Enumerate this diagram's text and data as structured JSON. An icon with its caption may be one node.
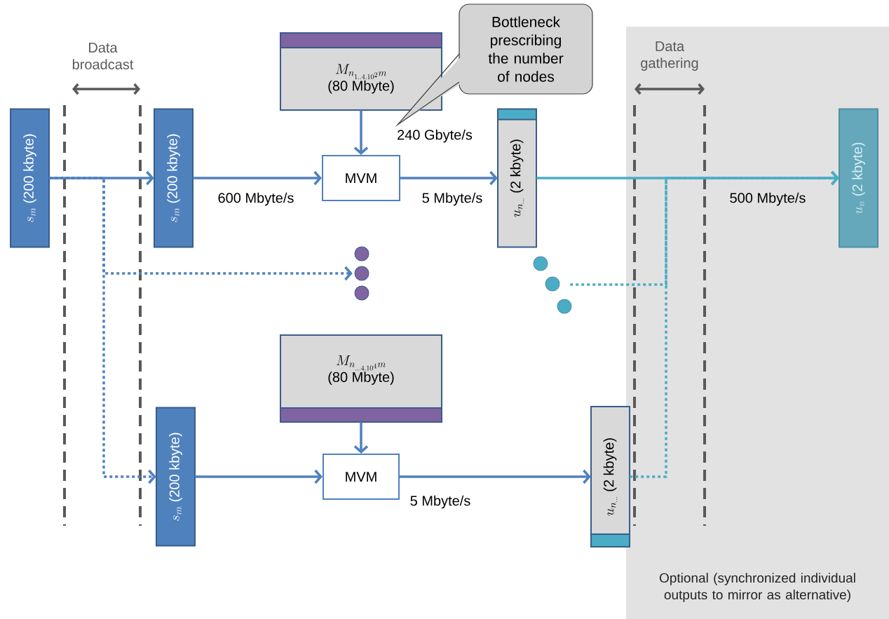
{
  "diagram": {
    "nodes": [
      {
        "text": [
          "Optional (synchronized individual outputs to mirror as alternative)"
        ]
      },
      {
        "text": [
          "s_m",
          "(200 kbyte)"
        ]
      },
      {
        "text": [
          "s_m",
          "(200 kbyte)"
        ]
      },
      {
        "text": [
          "M_{n_{1..4.10^2}m}",
          "(80 Mbyte)"
        ]
      },
      {
        "text": [
          "MVM"
        ]
      },
      {
        "text": [
          "u_{n_{\\ldots}}",
          "(2 kbyte)"
        ]
      },
      {
        "text": [
          "u_n",
          "(2 kbyte)"
        ],
        "in": 0
      },
      {
        "text": [
          "Bottleneck prescribing the number of nodes"
        ]
      },
      {
        "text": [],
        "shape": "dots"
      },
      {
        "text": [],
        "shape": "dots"
      },
      {
        "text": [
          "s_m",
          "(200 kbyte)"
        ]
      },
      {
        "text": [
          "M_{n_{\\ldots 4.10^4}m}",
          "(80 Mbyte)"
        ]
      },
      {
        "text": [
          "MVM"
        ]
      },
      {
        "text": [
          "u_{n_{\\ldots}}",
          "(2 kbyte)"
        ]
      }
    ],
    "edges": [
      {
        "from": 1,
        "to": 2,
        "arrow": "to"
      },
      {
        "from": 1,
        "to": 10,
        "arrow": "to",
        "style": "dashed"
      },
      {
        "from": 1,
        "to": 8,
        "arrow": "to",
        "style": "dashed"
      },
      {
        "from": 2,
        "to": 4,
        "arrow": "to",
        "label": "600 Mbyte/s"
      },
      {
        "from": 3,
        "to": 4,
        "arrow": "to",
        "label": "240 Gbyte/s"
      },
      {
        "from": 4,
        "to": 5,
        "arrow": "to",
        "label": "5 Mbyte/s"
      },
      {
        "from": 5,
        "to": 6,
        "arrow": "to",
        "label": "500 Mbyte/s",
        "color": "#4bacc6"
      },
      {
        "from": 9,
        "to": 6,
        "arrow": "to",
        "style": "dashed",
        "color": "#4bacc6"
      },
      {
        "from": 13,
        "to": 6,
        "arrow": "to",
        "style": "dashed",
        "color": "#4bacc6"
      },
      {
        "from": 10,
        "to": 12,
        "arrow": "to"
      },
      {
        "from": 11,
        "to": 12,
        "arrow": "to"
      },
      {
        "from": 12,
        "to": 13,
        "arrow": "to",
        "label": "5 Mbyte/s"
      }
    ],
    "labels": [
      "Data broadcast",
      "Data gathering"
    ]
  }
}
